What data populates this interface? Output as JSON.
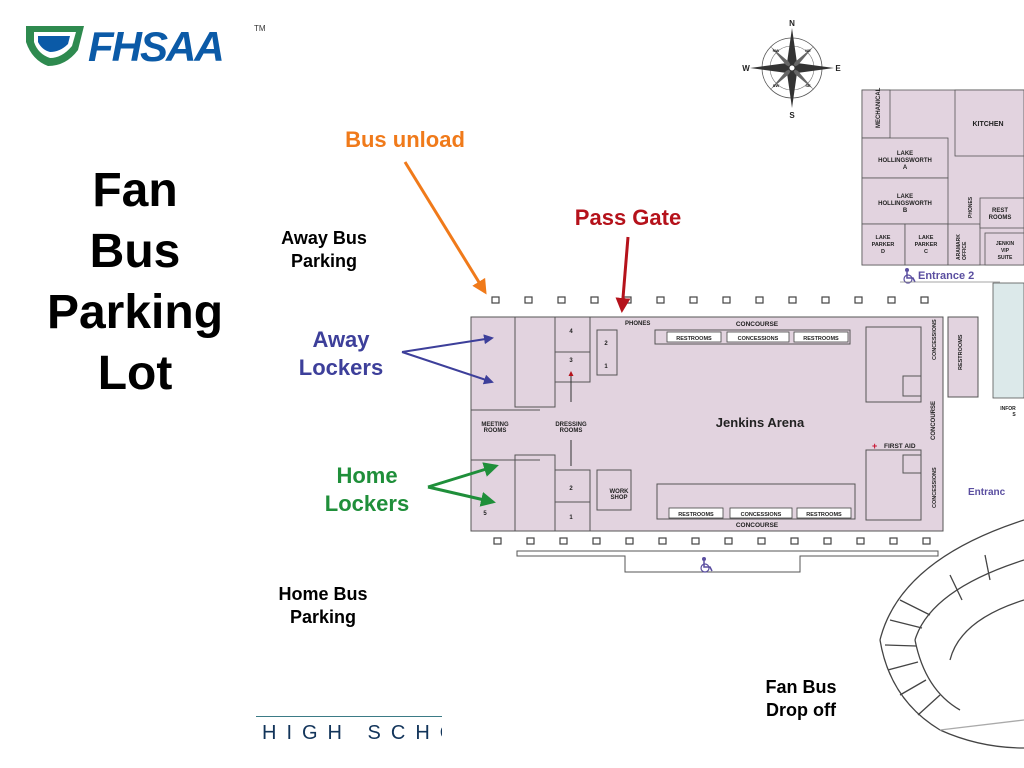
{
  "logo": {
    "text": "FHSAA",
    "tm": "TM"
  },
  "title": {
    "lines": [
      "Fan",
      "Bus",
      "Parking",
      "Lot"
    ]
  },
  "callouts": {
    "bus_unload": "Bus unload",
    "pass_gate": "Pass Gate",
    "away_bus_parking": [
      "Away Bus",
      "Parking"
    ],
    "away_lockers": [
      "Away",
      "Lockers"
    ],
    "home_lockers": [
      "Home",
      "Lockers"
    ],
    "home_bus_parking": [
      "Home Bus",
      "Parking"
    ],
    "fan_bus_drop_off": [
      "Fan Bus",
      "Drop off"
    ]
  },
  "colors": {
    "orange": "#f07a1a",
    "red": "#b5121b",
    "blue": "#3d3f9a",
    "green": "#1f8f3a",
    "building": "#e2d3df",
    "logo_blue": "#0b5aa7",
    "logo_green": "#2e8a4f"
  },
  "compass": {
    "n": "N",
    "s": "S",
    "e": "E",
    "w": "W",
    "ne": "NE",
    "nw": "NW",
    "se": "SE",
    "sw": "SW"
  },
  "arena": {
    "name": "Jenkins Arena",
    "concourse_top": "CONCOURSE",
    "concourse_bottom": "CONCOURSE",
    "concourse_right": "CONCOURSE",
    "restrooms": "RESTROOMS",
    "concessions": "CONCESSIONS",
    "phones": "PHONES",
    "meeting_rooms": [
      "MEETING",
      "ROOMS"
    ],
    "dressing_rooms": [
      "DRESSING",
      "ROOMS"
    ],
    "work_shop": [
      "WORK",
      "SHOP"
    ],
    "first_aid": "FIRST AID",
    "room_numbers": [
      "4",
      "3",
      "2",
      "1",
      "5",
      "2",
      "1"
    ]
  },
  "annex": {
    "mechanical": "MECHANICAL",
    "kitchen": "KITCHEN",
    "lake_hollingsworth_a": [
      "LAKE",
      "HOLLINGSWORTH",
      "A"
    ],
    "lake_hollingsworth_b": [
      "LAKE",
      "HOLLINGSWORTH",
      "B"
    ],
    "lake_parker_d": [
      "LAKE",
      "PARKER",
      "D"
    ],
    "lake_parker_c": [
      "LAKE",
      "PARKER",
      "C"
    ],
    "aramark_office": [
      "ARAMARK",
      "OFFICE"
    ],
    "rest_rooms": [
      "REST",
      "ROOMS"
    ],
    "jenkins_vip": [
      "JENKIN",
      "VIP",
      "SUITE"
    ],
    "phones": "PHONES",
    "entrance_2": "Entrance 2",
    "entrance_main": "Entranc",
    "information": [
      "INFOR",
      "S"
    ]
  },
  "footer": {
    "text": "HIGH SCHOOL"
  }
}
